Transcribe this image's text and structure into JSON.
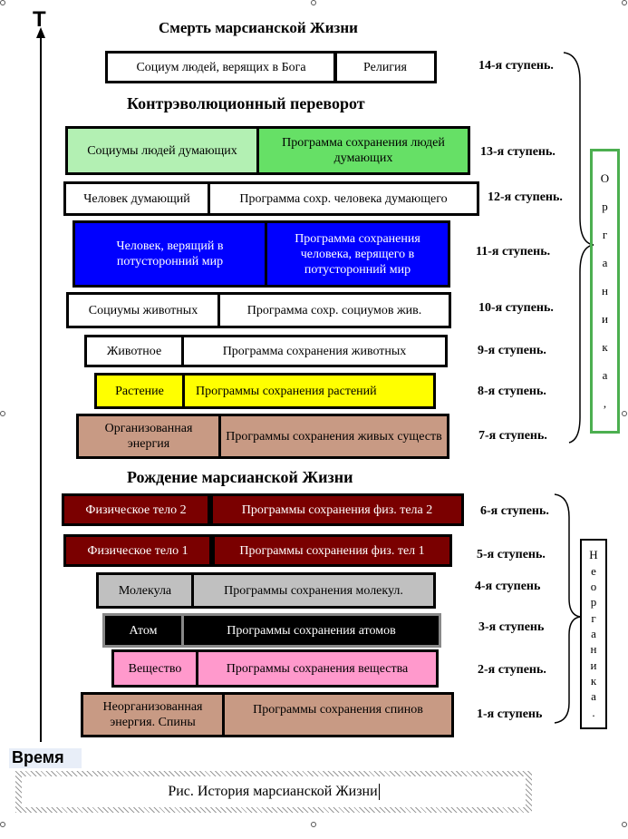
{
  "axis": {
    "top_label": "T",
    "bottom_label": "Время"
  },
  "headers": {
    "death": "Смерть марсианской Жизни",
    "counter": "Контрэволюционный переворот",
    "birth": "Рождение марсианской Жизни"
  },
  "levels": [
    {
      "step": "14-я ступень.",
      "left": "Социум людей, верящих в Бога",
      "right": "Религия",
      "fill_left": "#ffffff",
      "fill_right": "#ffffff",
      "text_color": "#000000"
    },
    {
      "step": "13-я ступень.",
      "left": "Социумы людей думающих",
      "right": "Программа сохранения людей думающих",
      "fill_left": "#b3f0b3",
      "fill_right": "#66e066",
      "text_color": "#000000"
    },
    {
      "step": "12-я ступень.",
      "left": "Человек думающий",
      "right": "Программа сохр. человека  думающего",
      "fill_left": "#ffffff",
      "fill_right": "#ffffff",
      "text_color": "#000000"
    },
    {
      "step": "11-я ступень.",
      "left": "Человек, верящий в потусторонний мир",
      "right": "Программа сохранения человека, верящего в потусторонний мир",
      "fill_left": "#0000ff",
      "fill_right": "#0000ff",
      "text_color": "#ffffff"
    },
    {
      "step": "10-я ступень.",
      "left": "Социумы животных",
      "right": "Программа сохр. социумов жив.",
      "fill_left": "#ffffff",
      "fill_right": "#ffffff",
      "text_color": "#000000"
    },
    {
      "step": "9-я ступень.",
      "left": "Животное",
      "right": "Программа сохранения животных",
      "fill_left": "#ffffff",
      "fill_right": "#ffffff",
      "text_color": "#000000"
    },
    {
      "step": "8-я ступень.",
      "left": "Растение",
      "right": "Программы сохранения растений",
      "fill_left": "#ffff00",
      "fill_right": "#ffff00",
      "text_color": "#000000"
    },
    {
      "step": "7-я ступень.",
      "left": "Организованная энергия",
      "right": "Программы сохранения живых существ",
      "fill_left": "#c89a84",
      "fill_right": "#c89a84",
      "text_color": "#000000"
    },
    {
      "step": "6-я ступень.",
      "left": "Физическое тело 2",
      "right": "Программы сохранения физ. тела 2",
      "fill_left": "#7a0000",
      "fill_right": "#7a0000",
      "text_color": "#ffffff"
    },
    {
      "step": "5-я ступень.",
      "left": "Физическое тело 1",
      "right": "Программы сохранения физ. тел 1",
      "fill_left": "#7a0000",
      "fill_right": "#7a0000",
      "text_color": "#ffffff"
    },
    {
      "step": "4-я ступень",
      "left": "Молекула",
      "right": "Программы сохранения  молекул.",
      "fill_left": "#c0c0c0",
      "fill_right": "#c0c0c0",
      "text_color": "#000000"
    },
    {
      "step": "3-я ступень",
      "left": "Атом",
      "right": "Программы сохранения атомов",
      "fill_left": "#000000",
      "fill_right": "#000000",
      "text_color": "#ffffff"
    },
    {
      "step": "2-я ступень.",
      "left": "Вещество",
      "right": "Программы сохранения вещества",
      "fill_left": "#ff99cc",
      "fill_right": "#ff99cc",
      "text_color": "#000000"
    },
    {
      "step": "1-я ступень",
      "left": "Неорганизованная энергия. Спины",
      "right": "Программы сохранения спинов",
      "fill_left": "#c89a84",
      "fill_right": "#c89a84",
      "text_color": "#000000"
    }
  ],
  "organic": {
    "letters": [
      "О",
      "р",
      "г",
      "а",
      "н",
      "и",
      "к",
      "а",
      ","
    ],
    "border_color": "#4caf50"
  },
  "inorganic": {
    "letters": [
      "Н",
      "е",
      "о",
      "р",
      "г",
      "а",
      "н",
      "и",
      "к",
      "а",
      "."
    ]
  },
  "caption": "Рис. История марсианской Жизни"
}
